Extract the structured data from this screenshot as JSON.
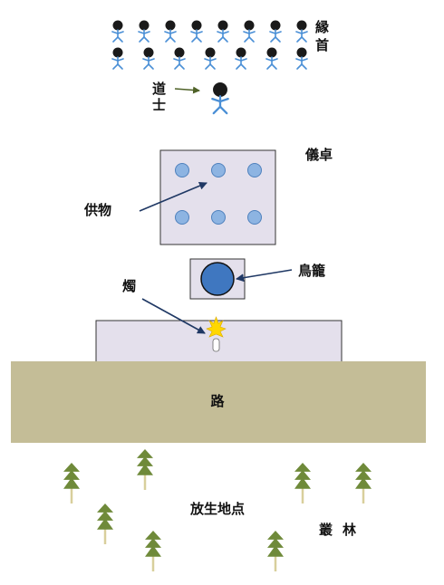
{
  "labels": {
    "crowd_line1": "縁",
    "crowd_line2": "首",
    "priest_line1": "道",
    "priest_line2": "士",
    "altar_table": "儀卓",
    "offerings": "供物",
    "bird_cage": "鳥籠",
    "candle": "燭",
    "road": "路",
    "release_point": "放生地点",
    "grove_1": "叢",
    "grove_2": "林"
  },
  "colors": {
    "person_head": "#1a1a1a",
    "person_body": "#4a8fd6",
    "table_fill": "#e4e0ec",
    "offering_dot": "#8db4e2",
    "cage_ball": "#3f77c0",
    "road_fill": "#c4bd97",
    "tree_green": "#6f8a3a",
    "arrow_navy": "#1f3864",
    "arrow_green": "#4f6228",
    "flame": "#ffd700"
  }
}
